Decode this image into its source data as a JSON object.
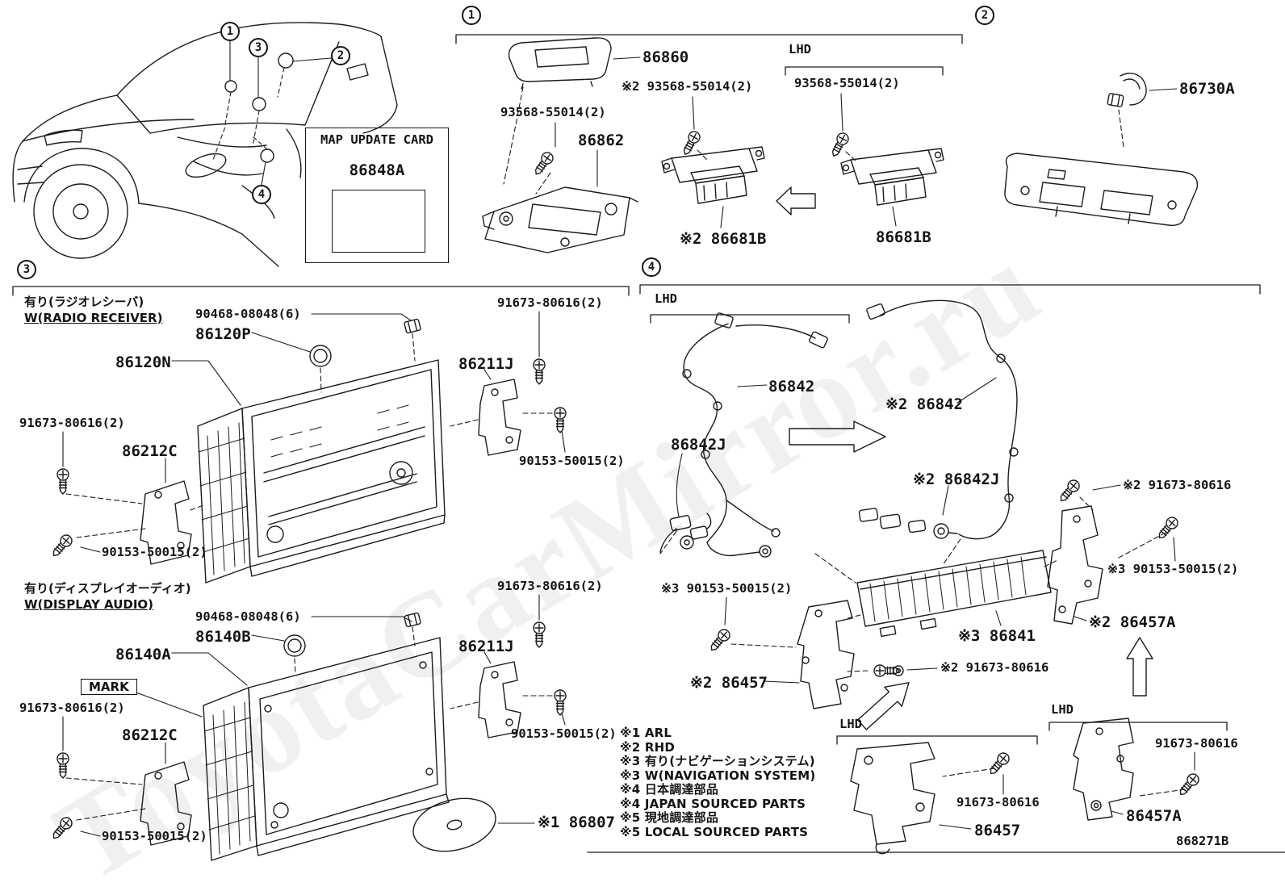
{
  "doc": {
    "id": "868271B",
    "watermark": "ToyotaCarMirror.ru"
  },
  "markers": {
    "s1": "1",
    "s2": "2",
    "s3": "3",
    "s4": "4",
    "car1": "1",
    "car2": "2",
    "car3": "3",
    "car4": "4"
  },
  "map_card": {
    "title": "MAP UPDATE CARD",
    "part": "86848A"
  },
  "s1": {
    "lhd": "LHD",
    "p_86860": "86860",
    "screw_rhd": "※2 93568-55014(2)",
    "screw_lhd": "93568-55014(2)",
    "screw": "93568-55014(2)",
    "p_86862": "86862",
    "p_86681b_rhd": "※2 86681B",
    "p_86681b": "86681B"
  },
  "s2": {
    "p_86730a": "86730A"
  },
  "s3": {
    "radio_jp": "有り(ラジオレシーバ)",
    "radio_en": "W(RADIO RECEIVER)",
    "p_90468_1": "90468-08048(6)",
    "p_86120p": "86120P",
    "p_86120n": "86120N",
    "p_91673_a": "91673-80616(2)",
    "p_86211j_1": "86211J",
    "p_91673_b": "91673-80616(2)",
    "p_86212c_1": "86212C",
    "p_90153_a": "90153-50015(2)",
    "p_90153_b": "90153-50015(2)",
    "display_jp": "有り(ディスプレイオーディオ)",
    "display_en": "W(DISPLAY AUDIO)",
    "p_91673_c": "91673-80616(2)",
    "p_90468_2": "90468-08048(6)",
    "p_86140b": "86140B",
    "p_86140a": "86140A",
    "p_86211j_2": "86211J",
    "mark": "MARK",
    "p_91673_d": "91673-80616(2)",
    "p_86212c_2": "86212C",
    "p_90153_c": "90153-50015(2)",
    "p_90153_d": "90153-50015(2)",
    "p_86807": "※1 86807"
  },
  "s4": {
    "lhd_top": "LHD",
    "lhd_bl": "LHD",
    "lhd_br": "LHD",
    "p_86842": "86842",
    "p_86842_rhd": "※2 86842",
    "p_86842j": "86842J",
    "p_86842j_rhd": "※2 86842J",
    "p_91673_ne": "※2 91673-80616",
    "p_90153_e": "※3 90153-50015(2)",
    "p_90153_w": "※3 90153-50015(2)",
    "p_86841": "※3 86841",
    "p_86457a_rhd": "※2 86457A",
    "p_91673_mid": "※2 91673-80616",
    "p_86457_rhd": "※2 86457",
    "p_91673_se": "91673-80616",
    "p_91673_s": "91673-80616",
    "p_86457": "86457",
    "p_86457a": "86457A"
  },
  "legend": {
    "items": [
      "※1 ARL",
      "※2 RHD",
      "※3 有り(ナビゲーションシステム)",
      "※3 W(NAVIGATION SYSTEM)",
      "※4 日本調達部品",
      "※4 JAPAN SOURCED PARTS",
      "※5 現地調達部品",
      "※5 LOCAL SOURCED PARTS"
    ]
  }
}
